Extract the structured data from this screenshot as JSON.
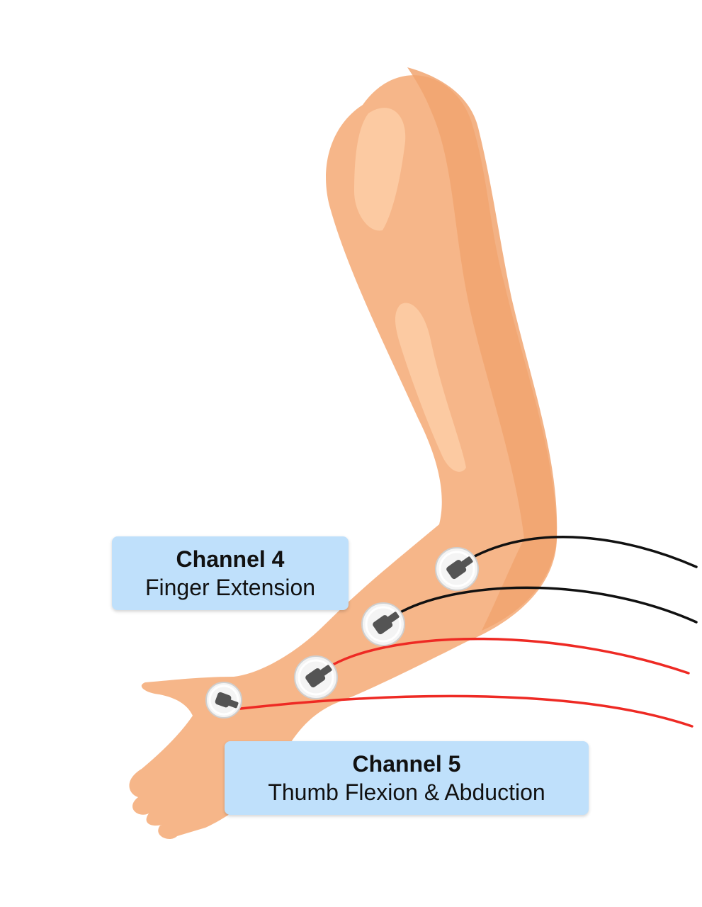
{
  "labels": {
    "channel4": {
      "title": "Channel 4",
      "subtitle": "Finger Extension"
    },
    "channel5": {
      "title": "Channel 5",
      "subtitle": "Thumb Flexion & Abduction"
    }
  },
  "colors": {
    "skin": "#f6b689",
    "skin_shadow": "#f1a470",
    "skin_highlight": "#fccaa2",
    "label_bg": "#bfe0fb",
    "wire_channel4": "#111111",
    "wire_channel5": "#ee2a24",
    "electrode_pad": "#f4f4f4",
    "electrode_connector": "#545454"
  },
  "icons": [
    "arm-illustration",
    "electrode-icon"
  ]
}
